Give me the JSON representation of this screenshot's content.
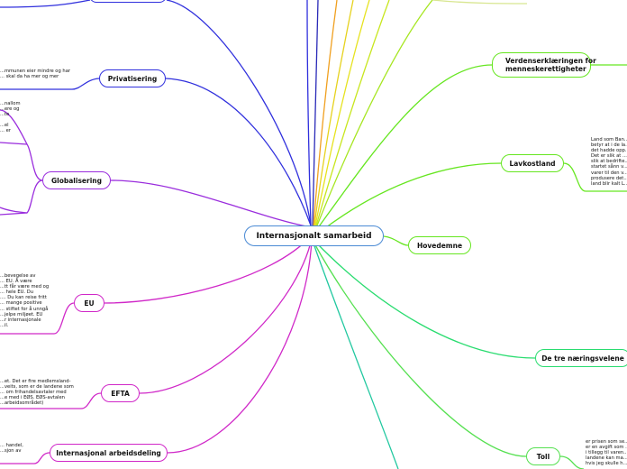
{
  "center": {
    "label": "Internasjonalt samarbeid"
  },
  "topics": {
    "privatisering": "Privatisering",
    "globalisering": "Globalisering",
    "eu": "EU",
    "efta": "EFTA",
    "arbeidsdeling": "Internasjonal arbeidsdeling",
    "verdenserklaeringen": "Verdenserklæringen for\nmenneskerettigheter",
    "lavkostland": "Lavkostland",
    "hovedemne": "Hovedemne",
    "naeringsveiene": "De tre næringsvelene",
    "toll": "Toll"
  },
  "notes": {
    "privatisering": "...mmunen eier mindre og har\n... skal da ha mer og mer",
    "globalisering": "...nallom\n...ere og\n...te\n\n...el\n... er",
    "eu": "...bevegelse av\n... EU. Å være\n...tt får være med og\n... hele EU. Du\n.... Du kan reise fritt\n... mange positive\n... stiftet for å unngå\n...jelpe miljøet. EU\n...r internasjonale\n...il.",
    "efta": "...et. Det er fire medlemsland-\n...veits, som er de landene som\n... om frihandelsavtaler med\n...e med i EØS. EØS-avtalen\n...arbeidsområdet)",
    "arbeidsdeling": "... handel,\n...sjon av",
    "lavkostland": "Land som Ban...\nbetyr at i de la...\ndet hadde opp...\nDet er slik at ...\nslik at bedrifte...\nstartet sånn v...\nvarer til den v...\nprodusere det...\nland blir kalt L...",
    "toll": "er prisen som se...\ner en avgift som ...\ni tillegg til varen...\nlandene kan ma...\nhvis jeg skulle h..."
  },
  "colors": {
    "blue": "#3030dd",
    "purple": "#9a2ddd",
    "magenta": "#d028c8",
    "green": "#66e620",
    "yellow": "#e6e21e",
    "orange": "#f0a020",
    "teal": "#1a9a8a",
    "center_border": "#4a8ad4"
  }
}
